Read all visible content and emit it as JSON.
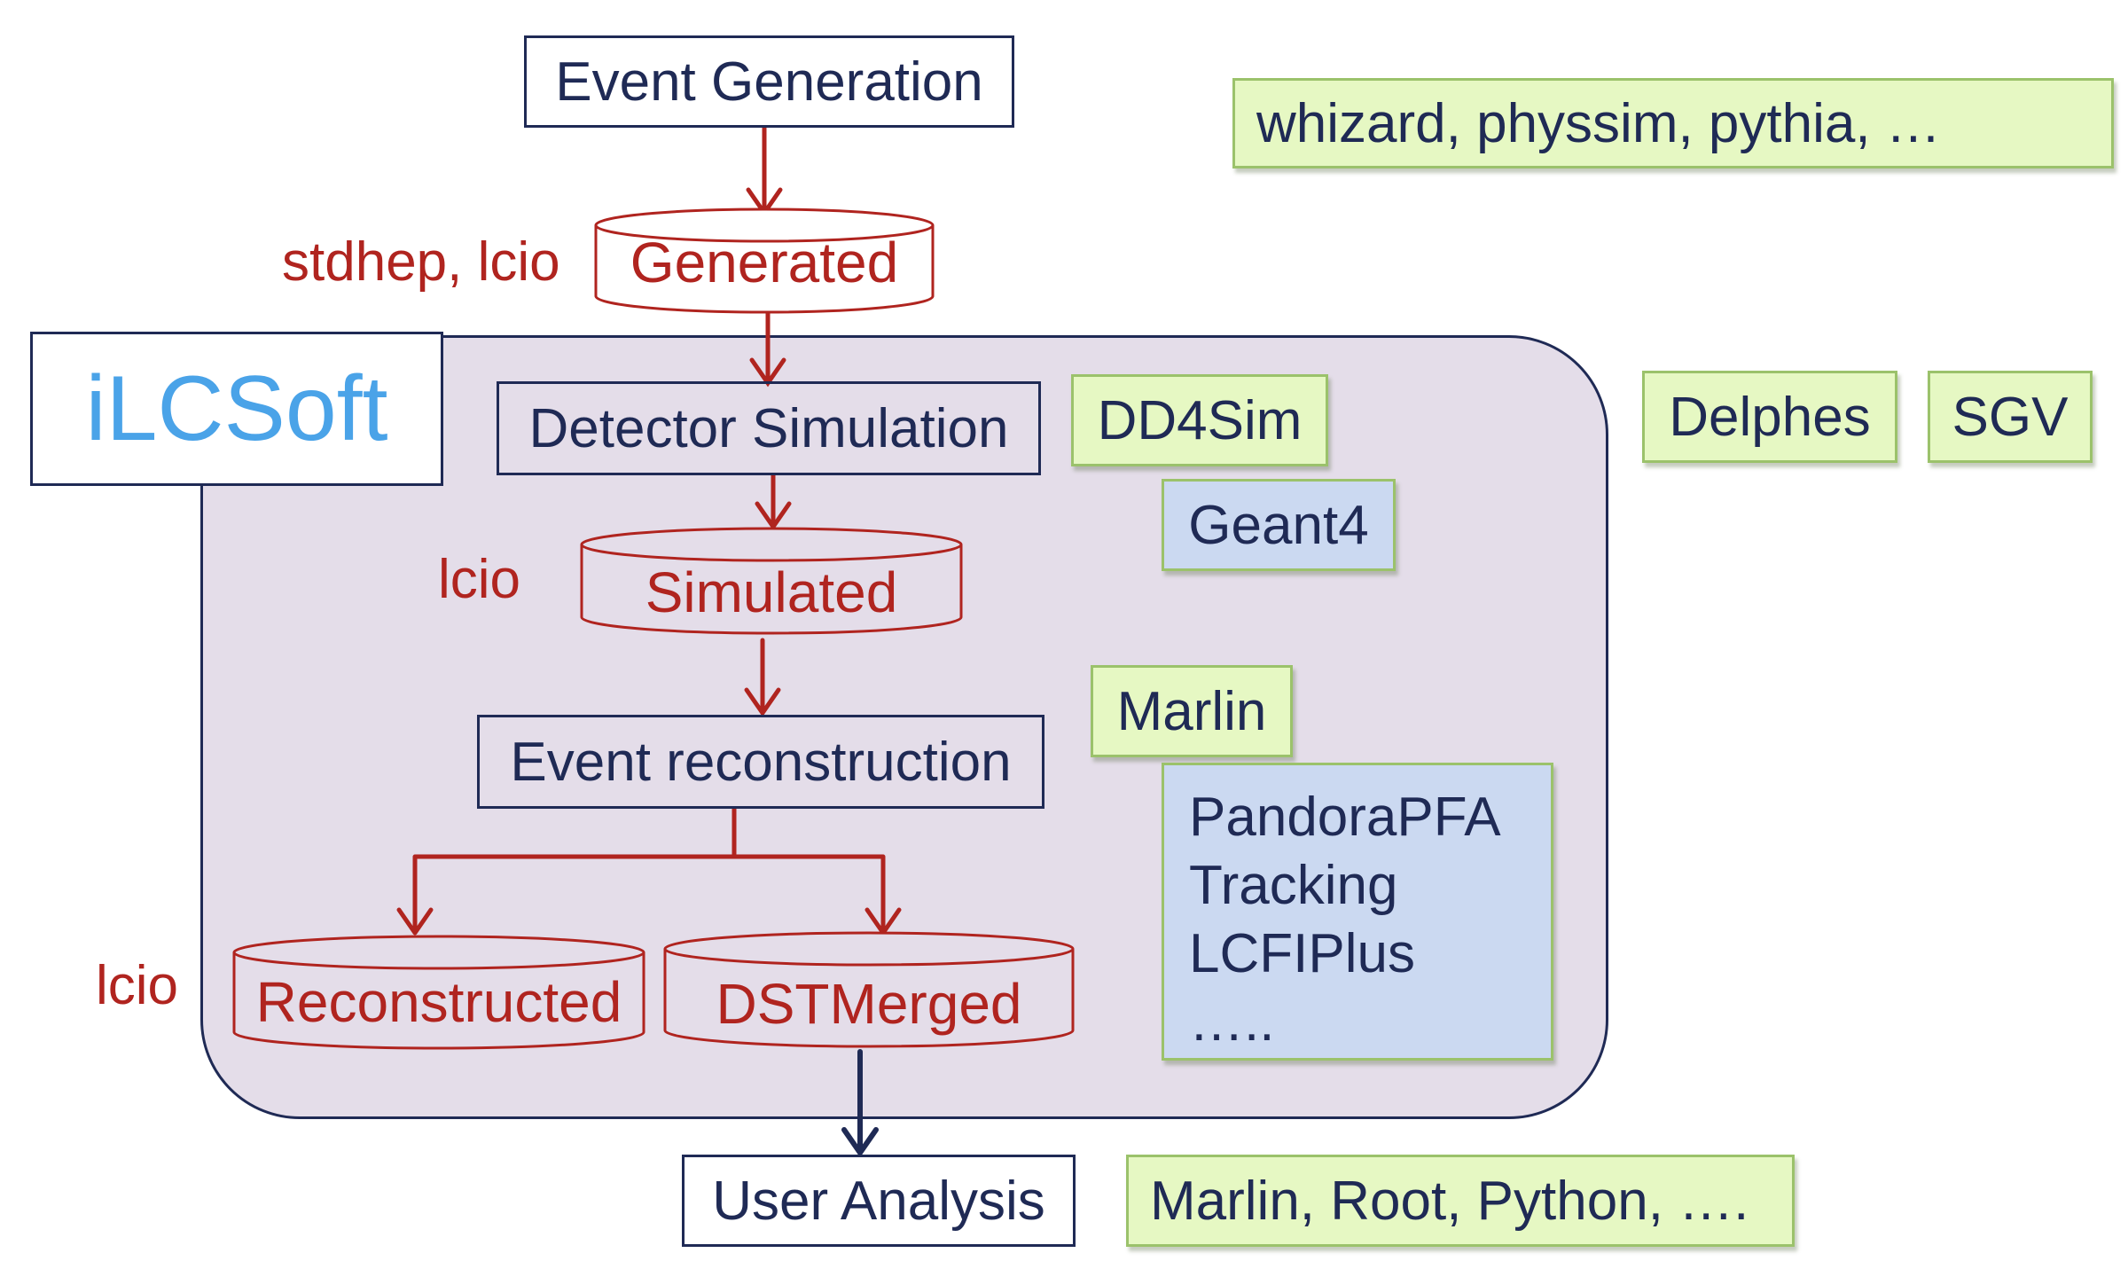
{
  "region": {
    "label": "iLCSoft"
  },
  "steps": {
    "event_generation": "Event Generation",
    "detector_simulation": "Detector Simulation",
    "event_reconstruction": "Event reconstruction",
    "user_analysis": "User Analysis"
  },
  "data_files": {
    "generated": "Generated",
    "simulated": "Simulated",
    "reconstructed": "Reconstructed",
    "dst_merged": "DSTMerged"
  },
  "formats": {
    "generated": "stdhep, lcio",
    "simulated": "lcio",
    "reconstructed": "lcio"
  },
  "tools": {
    "generators": "whizard, physsim, pythia, …",
    "dd4sim": "DD4Sim",
    "geant4": "Geant4",
    "delphes": "Delphes",
    "sgv": "SGV",
    "marlin": "Marlin",
    "reco_packages": [
      "PandoraPFA",
      "Tracking",
      "LCFIPlus",
      "….."
    ],
    "analysis": "Marlin, Root, Python, …."
  },
  "colors": {
    "navy": "#1f2a55",
    "red": "#b0241f",
    "green_fill": "#e6f8c3",
    "blue_fill": "#cbd9f1",
    "region_fill": "#e4dde9",
    "ilcsoft_text": "#4aa3e8"
  }
}
